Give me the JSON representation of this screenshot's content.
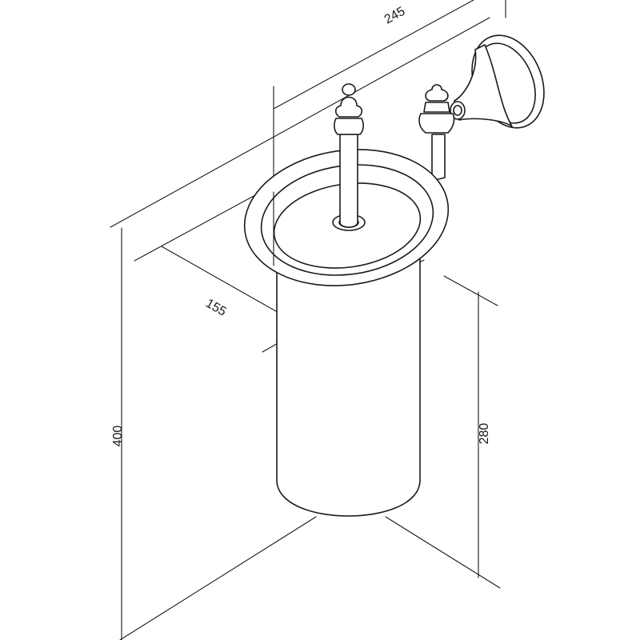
{
  "dimensions": {
    "total_height": "400",
    "total_depth": "245",
    "cup_diameter": "155",
    "cup_height": "280"
  },
  "colors": {
    "line": "#1a1a1a",
    "background": "#ffffff"
  }
}
